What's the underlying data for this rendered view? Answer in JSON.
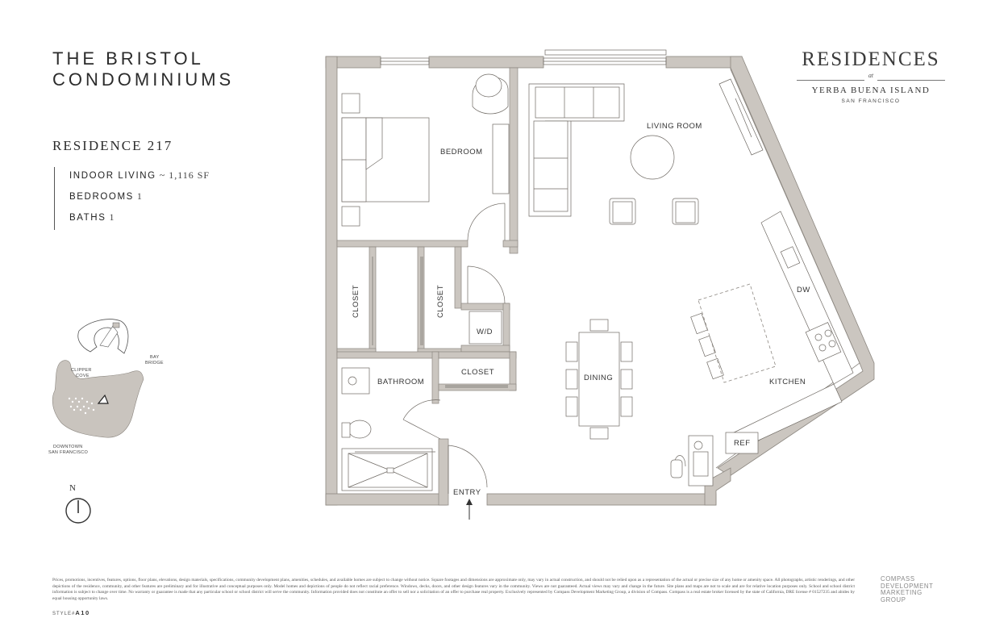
{
  "header": {
    "title_line1": "THE BRISTOL",
    "title_line2": "CONDOMINIUMS"
  },
  "residence": {
    "heading": "RESIDENCE 217",
    "specs": [
      {
        "label": "INDOOR LIVING",
        "value": "~ 1,116 SF"
      },
      {
        "label": "BEDROOMS",
        "value": "1"
      },
      {
        "label": "BATHS",
        "value": "1"
      }
    ]
  },
  "brand": {
    "main": "RESIDENCES",
    "at": "at",
    "location": "YERBA BUENA ISLAND",
    "city": "SAN FRANCISCO"
  },
  "rooms": {
    "bedroom": "BEDROOM",
    "living_room": "LIVING ROOM",
    "closet_a": "CLOSET",
    "closet_b": "CLOSET",
    "closet_c": "CLOSET",
    "wd": "W/D",
    "bathroom": "BATHROOM",
    "dining": "DINING",
    "kitchen": "KITCHEN",
    "dw": "DW",
    "ref": "REF",
    "entry": "ENTRY"
  },
  "map": {
    "clipper_cove": [
      "CLIPPER",
      "COVE"
    ],
    "bay_bridge": [
      "BAY",
      "BRIDGE"
    ],
    "downtown": [
      "DOWNTOWN",
      "SAN FRANCISCO"
    ]
  },
  "compass_rose": {
    "north": "N"
  },
  "footer": {
    "disclaimer": "Prices, promotions, incentives, features, options, floor plans, elevations, design materials, specifications, community development plans, amenities, schedules, and available homes are subject to change without notice. Square footages and dimensions are approximate only, may vary in actual construction, and should not be relied upon as a representation of the actual or precise size of any home or amenity space. All photographs, artistic renderings, and other depictions of the residence, community, and other features are preliminary and for illustrative and conceptual purposes only. Model homes and depictions of people do not reflect racial preference. Windows, decks, doors, and other design features vary in the community. Views are not guaranteed. Actual views may vary and change in the future. Site plans and maps are not to scale and are for relative location purposes only. School and school district information is subject to change over time. No warranty or guarantee is made that any particular school or school district will serve the community. Information provided does not constitute an offer to sell nor a solicitation of an offer to purchase real property. Exclusively represented by Compass Development Marketing Group, a division of Compass. Compass is a real estate broker licensed by the state of California, DRE license # 01527235 and abides by equal housing opportunity laws.",
    "style_prefix": "STYLE#",
    "style_code": "A10",
    "compass_lines": [
      "COMPASS",
      "DEVELOPMENT",
      "MARKETING",
      "GROUP"
    ]
  },
  "colors": {
    "wall": "#cbc6c0",
    "wall_stroke": "#8c8780",
    "line": "#6f6a64",
    "map_fill": "#c9c4be"
  }
}
